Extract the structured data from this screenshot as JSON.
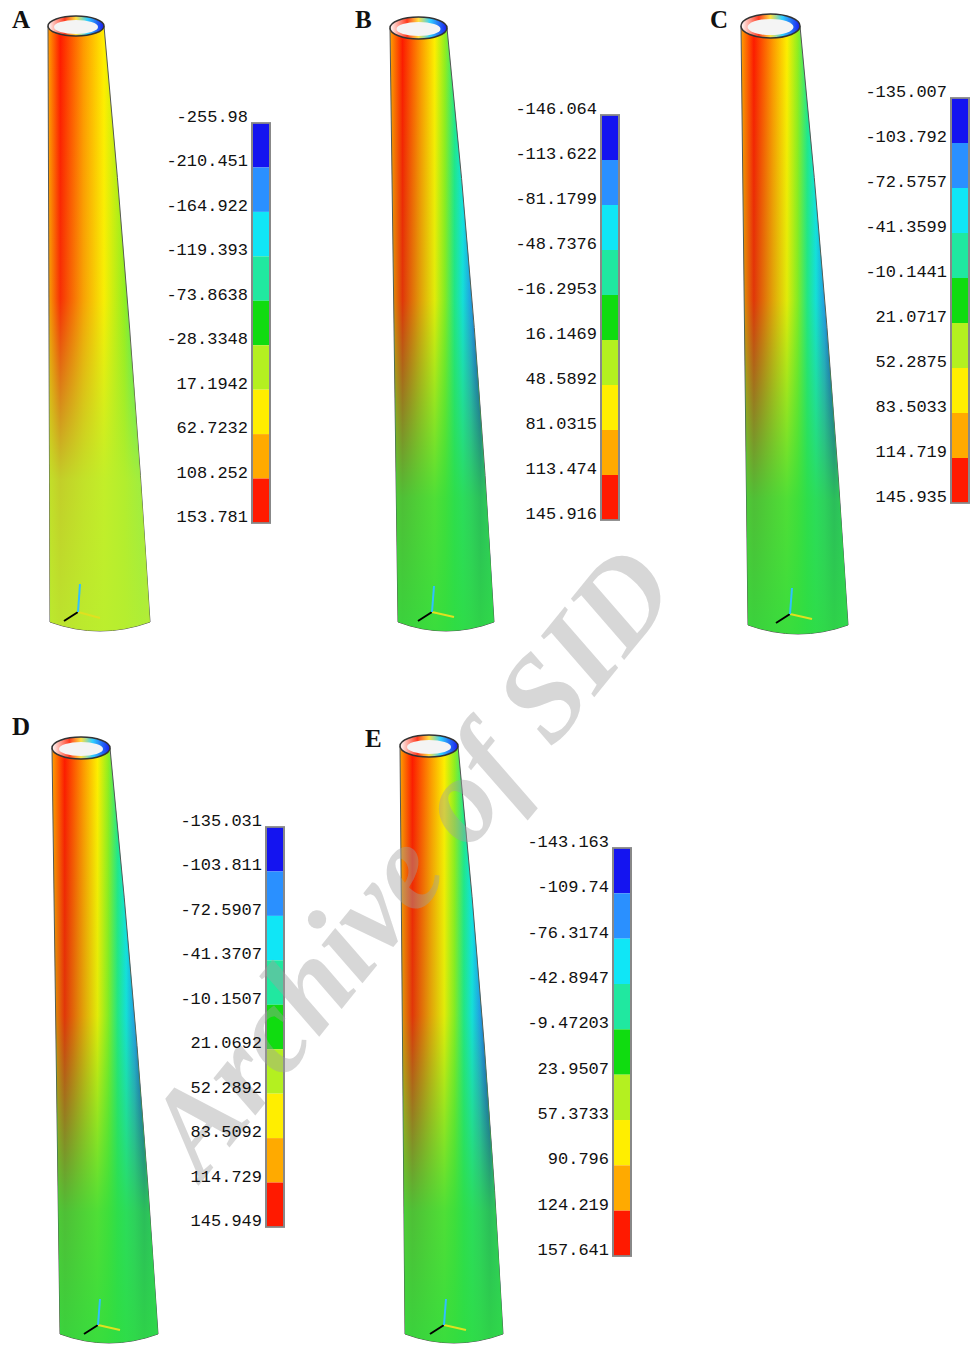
{
  "diagram": {
    "labels": [
      "A",
      "-255.98",
      "-210.451",
      "-164.922",
      "-119.393",
      "-73.8638",
      "-28.3348",
      "17.1942",
      "62.7232",
      "108.252",
      "153.781",
      "B",
      "-146.064",
      "-113.622",
      "-81.1799",
      "-48.7376",
      "-16.2953",
      "16.1469",
      "48.5892",
      "81.0315",
      "113.474",
      "145.916",
      "C",
      "-135.007",
      "-103.792",
      "-72.5757",
      "-41.3599",
      "-10.1441",
      "21.0717",
      "52.2875",
      "83.5033",
      "114.719",
      "145.935",
      "D",
      "-135.031",
      "-103.811",
      "-72.5907",
      "-41.3707",
      "-10.1507",
      "21.0692",
      "52.2892",
      "83.5092",
      "114.729",
      "145.949",
      "E",
      "-143.163",
      "-109.74",
      "-76.3174",
      "-42.8947",
      "-9.47203",
      "23.9507",
      "57.3733",
      "90.796",
      "124.219",
      "157.641",
      "Archive of SID"
    ]
  }
}
